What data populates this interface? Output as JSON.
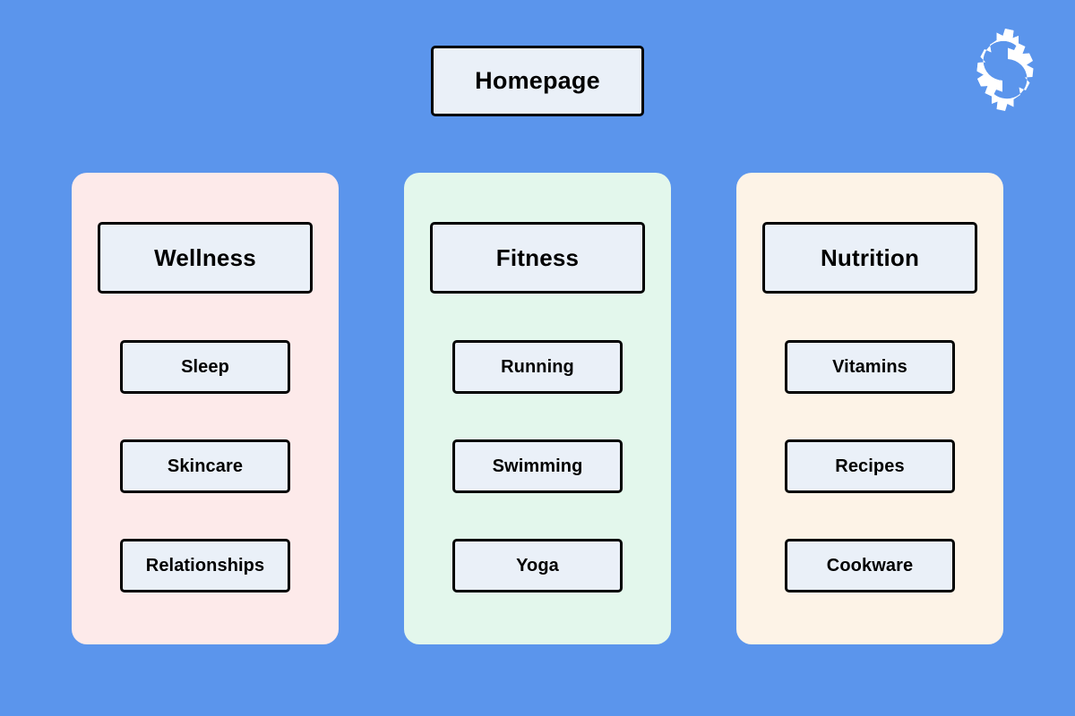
{
  "page": {
    "background_color": "#5b95ec",
    "node_fill_color": "#eaf0f8",
    "node_border_color": "#000000"
  },
  "logo": {
    "icon": "double-gear-icon",
    "color": "#ffffff"
  },
  "root": {
    "label": "Homepage"
  },
  "columns": [
    {
      "id": "wellness",
      "panel_color": "#fdeaea",
      "header": "Wellness",
      "children": [
        "Sleep",
        "Skincare",
        "Relationships"
      ]
    },
    {
      "id": "fitness",
      "panel_color": "#e3f7ec",
      "header": "Fitness",
      "children": [
        "Running",
        "Swimming",
        "Yoga"
      ]
    },
    {
      "id": "nutrition",
      "panel_color": "#fdf3e7",
      "header": "Nutrition",
      "children": [
        "Vitamins",
        "Recipes",
        "Cookware"
      ]
    }
  ]
}
